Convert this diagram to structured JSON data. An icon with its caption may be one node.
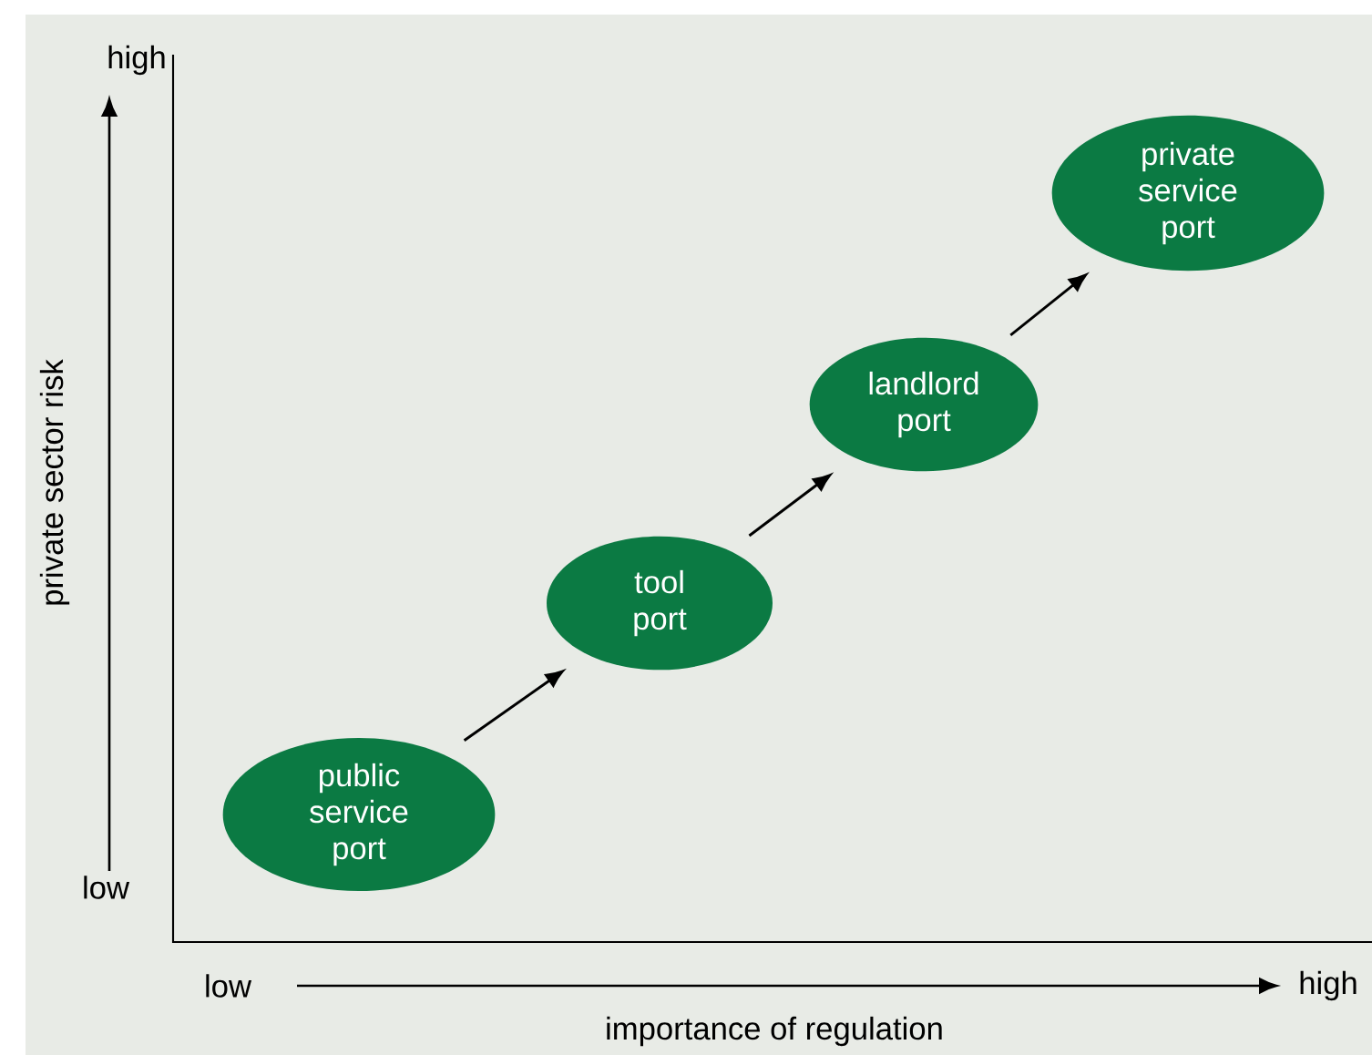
{
  "diagram": {
    "nodes": [
      {
        "text": [
          "public service port"
        ]
      },
      {
        "text": [
          "tool port"
        ]
      },
      {
        "text": [
          "landlord port"
        ]
      },
      {
        "text": [
          "private service port"
        ]
      }
    ],
    "edges": [
      {
        "from": 0,
        "to": 1,
        "arrow": "to"
      },
      {
        "from": 1,
        "to": 2,
        "arrow": "to"
      },
      {
        "from": 2,
        "to": 3,
        "arrow": "to"
      }
    ],
    "labels": [
      "high",
      "private sector risk",
      "low",
      "low",
      "high",
      "importance of regulation"
    ]
  }
}
